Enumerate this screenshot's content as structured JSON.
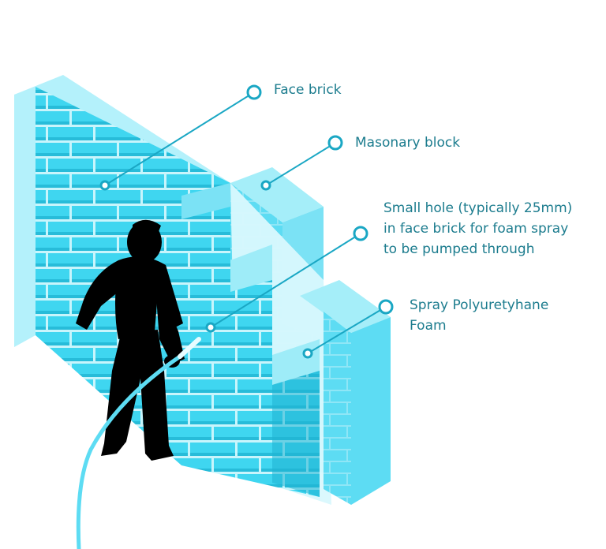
{
  "labels": {
    "face_brick": "Face brick",
    "masonry_block": "Masonary block",
    "small_hole": [
      "Small hole (typically 25mm)",
      "in face brick for foam spray",
      "to be pumped through"
    ],
    "spray_foam": [
      "Spray Polyuretyhane",
      "Foam"
    ]
  },
  "colors": {
    "brick_face": "#3fd6f0",
    "brick_dark": "#1fb3d2",
    "brick_light": "#b4f1fb",
    "mortar": "#c8f5fc",
    "callout": "#1aa7c4",
    "label_text": "#1c7c8e",
    "silhouette": "#000000"
  }
}
